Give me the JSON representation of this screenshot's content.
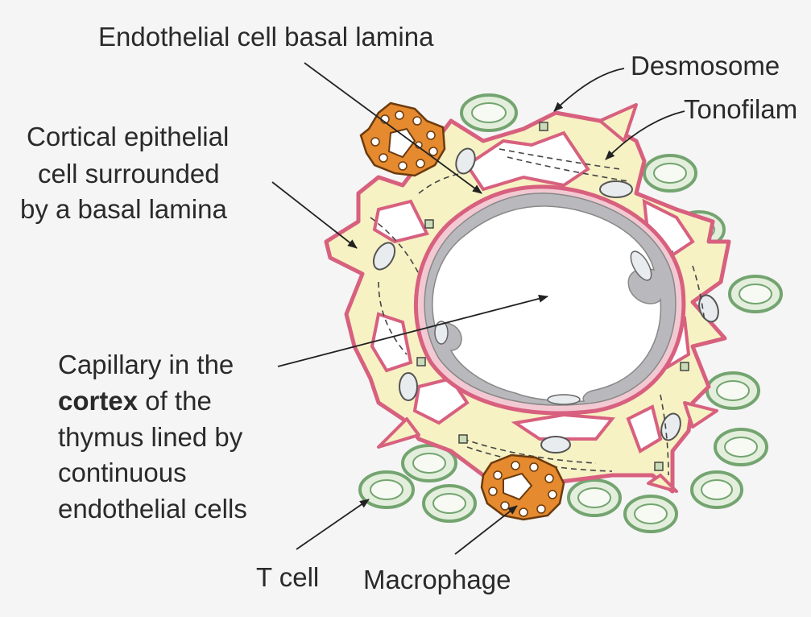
{
  "labels": {
    "endothelial_basal_lamina": "Endothelial cell basal lamina",
    "desmosome": "Desmosome",
    "tonofilament": "Tonofilam",
    "cortical_cell": [
      "Cortical epithelial",
      "cell surrounded",
      "by a basal lamina"
    ],
    "capillary": {
      "line1": "Capillary in the",
      "line2_bold": "cortex",
      "line2_rest": " of the",
      "line3": "thymus lined by",
      "line4": "continuous",
      "line5": "endothelial cells"
    },
    "t_cell": "T cell",
    "macrophage": "Macrophage"
  },
  "colors": {
    "background": "#f4f5f4",
    "epithelial_fill": "#f6f2c4",
    "basal_lamina": "#d8607f",
    "endothelium": "#b9b9bd",
    "lumen": "#ffffff",
    "t_cell_ring": "#74a470",
    "t_cell_fill": "#e3efdc",
    "macrophage_fill": "#e58a2e",
    "desmosome": "#c9dcb7",
    "text": "#2a2a2a"
  }
}
